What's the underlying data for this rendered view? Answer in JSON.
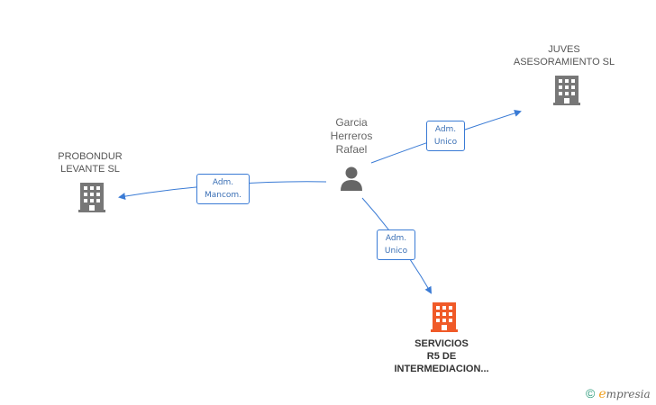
{
  "nodes": {
    "person": {
      "lines": [
        "Garcia",
        "Herreros",
        "Rafael"
      ]
    },
    "juves": {
      "lines": [
        "JUVES",
        "ASESORAMIENTO SL"
      ]
    },
    "probondur": {
      "lines": [
        "PROBONDUR",
        "LEVANTE SL"
      ]
    },
    "servicios": {
      "lines": [
        "SERVICIOS",
        "R5 DE",
        "INTERMEDIACION..."
      ]
    }
  },
  "edges": {
    "to_juves": {
      "lines": [
        "Adm.",
        "Unico"
      ]
    },
    "to_probondur": {
      "lines": [
        "Adm.",
        "Mancom."
      ]
    },
    "to_servicios": {
      "lines": [
        "Adm.",
        "Unico"
      ]
    }
  },
  "colors": {
    "edge": "#3a7bd5",
    "company": "#777777",
    "main_company": "#f05a28",
    "person": "#666666"
  },
  "brand": {
    "copyright": "©",
    "e": "e",
    "rest": "mpresia"
  }
}
